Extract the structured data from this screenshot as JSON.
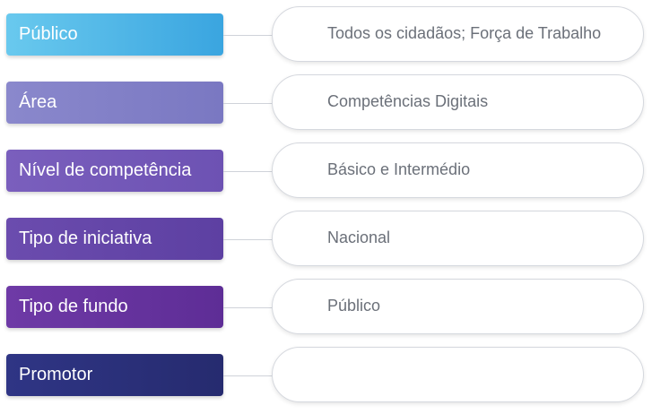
{
  "rows": [
    {
      "label": "Público",
      "value": "Todos os cidadãos; Força de Trabalho",
      "gradient": [
        "#69c9ee",
        "#3aa5e0"
      ]
    },
    {
      "label": "Área",
      "value": "Competências Digitais",
      "gradient": [
        "#8a88cc",
        "#7a78c2"
      ]
    },
    {
      "label": "Nível de competência",
      "value": "Básico e Intermédio",
      "gradient": [
        "#7a5fbd",
        "#6d52b3"
      ]
    },
    {
      "label": "Tipo de iniciativa",
      "value": "Nacional",
      "gradient": [
        "#6b4cae",
        "#5d40a2"
      ]
    },
    {
      "label": "Tipo de fundo",
      "value": "Público",
      "gradient": [
        "#6e3aa6",
        "#5e2d96"
      ]
    },
    {
      "label": "Promotor",
      "value": "",
      "gradient": [
        "#2f3585",
        "#262b6f"
      ]
    }
  ]
}
